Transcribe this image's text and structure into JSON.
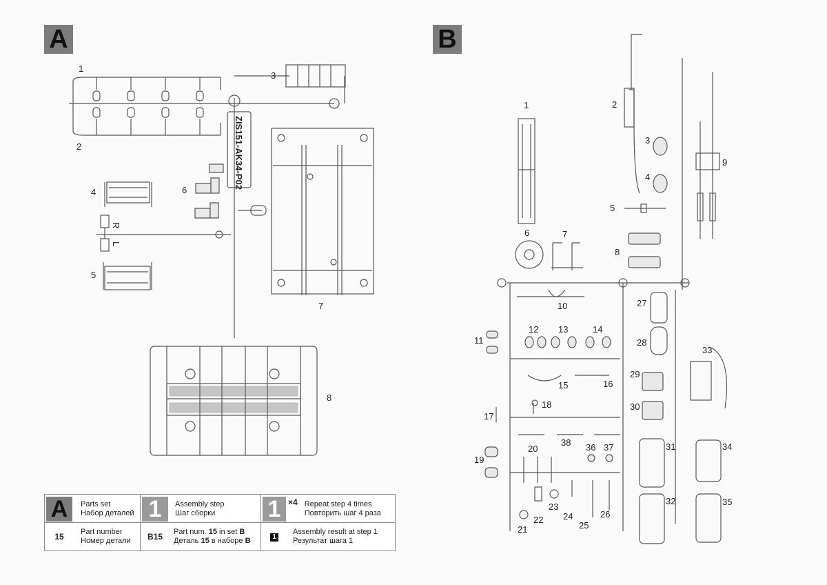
{
  "sets": {
    "a": "A",
    "b": "B"
  },
  "sprue_a": {
    "labels": [
      "1",
      "2",
      "3",
      "4",
      "5",
      "6",
      "7",
      "8"
    ],
    "code": "ZIS151-AK34-P02",
    "r": "R",
    "l": "L"
  },
  "sprue_b": {
    "labels": [
      "1",
      "2",
      "3",
      "4",
      "5",
      "6",
      "7",
      "8",
      "9",
      "10",
      "11",
      "12",
      "13",
      "14",
      "15",
      "16",
      "17",
      "18",
      "19",
      "20",
      "21",
      "22",
      "23",
      "24",
      "25",
      "26",
      "27",
      "28",
      "29",
      "30",
      "31",
      "32",
      "33",
      "34",
      "35",
      "36",
      "37",
      "38"
    ]
  },
  "legend": {
    "set_badge": "A",
    "set_en": "Parts set",
    "set_ru": "Набор деталей",
    "step_badge": "1",
    "step_en": "Assembly step",
    "step_ru": "Шаг сборки",
    "repeat_badge": "1",
    "repeat_mult": "×4",
    "repeat_en": "Repeat step 4 times",
    "repeat_ru": "Повторить шаг 4 раза",
    "part_num": "15",
    "part_en": "Part number",
    "part_ru": "Номер детали",
    "setpart_code": "B15",
    "setpart_en_pre": "Part num. ",
    "setpart_en_num": "15",
    "setpart_en_mid": " in set ",
    "setpart_en_set": "B",
    "setpart_ru_pre": "Деталь ",
    "setpart_ru_num": "15",
    "setpart_ru_mid": " в наборе ",
    "setpart_ru_set": "B",
    "result_num": "1",
    "result_en": "Assembly result at step 1",
    "result_ru": "Результат шага 1"
  }
}
